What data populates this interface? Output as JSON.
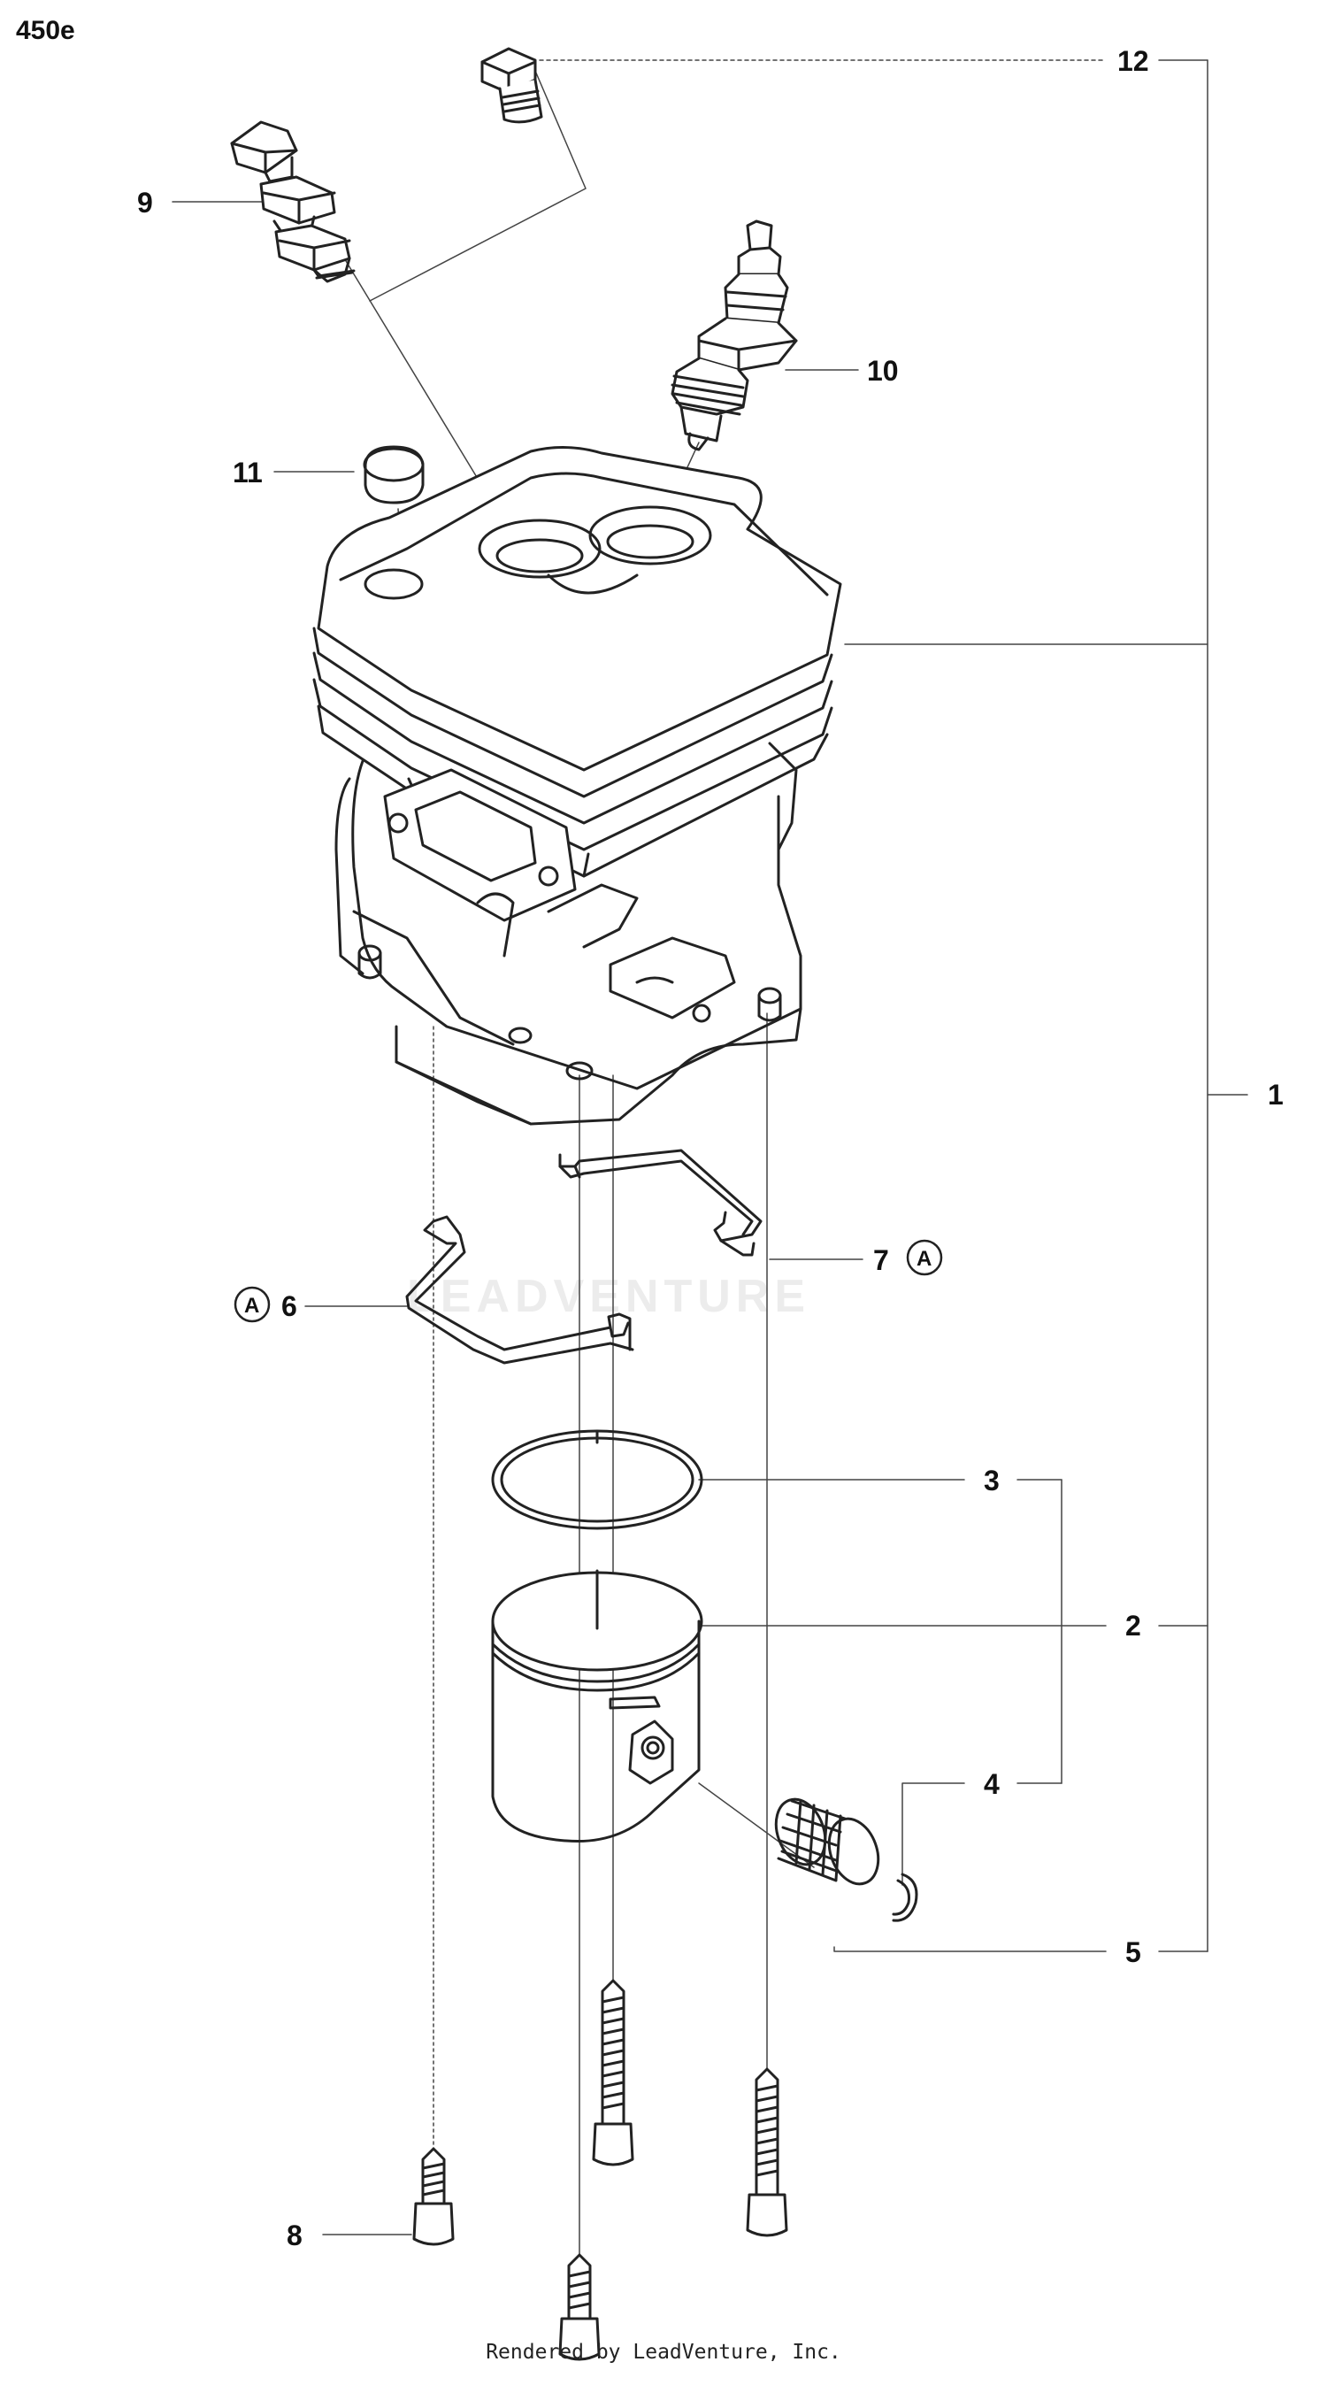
{
  "diagram": {
    "model": "450e",
    "footer": "Rendered by LeadVenture, Inc.",
    "watermark": "LEADVENTURE",
    "callouts": [
      {
        "id": "1",
        "label": "1"
      },
      {
        "id": "2",
        "label": "2"
      },
      {
        "id": "3",
        "label": "3"
      },
      {
        "id": "4",
        "label": "4"
      },
      {
        "id": "5",
        "label": "5"
      },
      {
        "id": "6",
        "label": "6"
      },
      {
        "id": "7",
        "label": "7"
      },
      {
        "id": "8",
        "label": "8"
      },
      {
        "id": "9",
        "label": "9"
      },
      {
        "id": "10",
        "label": "10"
      },
      {
        "id": "11",
        "label": "11"
      },
      {
        "id": "12",
        "label": "12"
      }
    ],
    "circle_tags": [
      {
        "id": "A-6",
        "label": "A"
      },
      {
        "id": "A-7",
        "label": "A"
      }
    ]
  }
}
